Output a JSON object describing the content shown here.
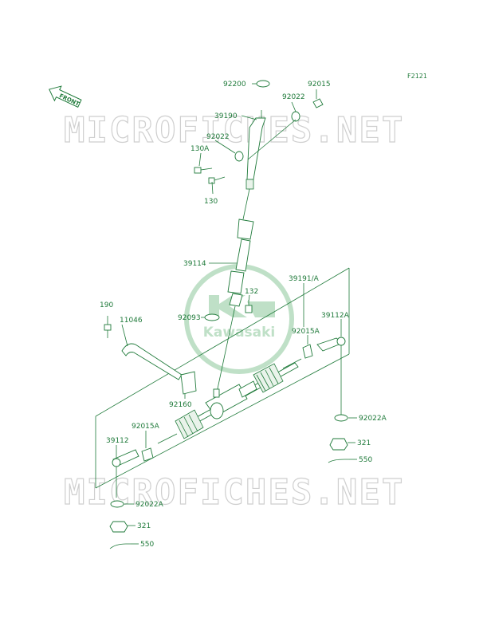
{
  "figure_code": "F2121",
  "front_badge": "FRONT",
  "watermark": "MICROFICHES.NET",
  "logo_text": "Kawasaki",
  "colors": {
    "ink": "#1f7a3a",
    "watermark": "#cfcfcf",
    "logo": "#8cc79a"
  },
  "labels": {
    "l92200": "92200",
    "l92015_top": "92015",
    "l92022_top": "92022",
    "l39190": "39190",
    "l92022_mid": "92022",
    "l130A": "130A",
    "l130": "130",
    "l39114": "39114",
    "l132": "132",
    "l39191A": "39191/A",
    "l190": "190",
    "l11046": "11046",
    "l92093": "92093",
    "l92015A_r": "92015A",
    "l39112A": "39112A",
    "l92160": "92160",
    "l92022A_r": "92022A",
    "l92015A_l": "92015A",
    "l321_r": "321",
    "l39112": "39112",
    "l550_r": "550",
    "l92022A_l": "92022A",
    "l321_l": "321",
    "l550_l": "550"
  }
}
